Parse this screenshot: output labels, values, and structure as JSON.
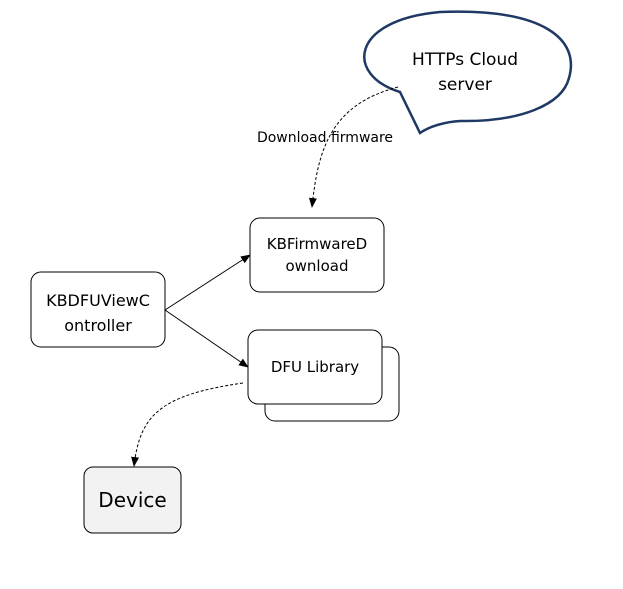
{
  "cloud": {
    "line1": "HTTPs Cloud",
    "line2": "server"
  },
  "edge_label": "Download firmware",
  "firmware_box": {
    "line1": "KBFirmwareD",
    "line2": "ownload"
  },
  "controller_box": {
    "line1": "KBDFUViewC",
    "line2": "ontroller"
  },
  "dfu_box": {
    "label": "DFU Library"
  },
  "device_box": {
    "label": "Device"
  },
  "colors": {
    "stroke": "#000000",
    "device_fill": "#f2f2f2",
    "cloud_stroke": "#1f3864"
  }
}
